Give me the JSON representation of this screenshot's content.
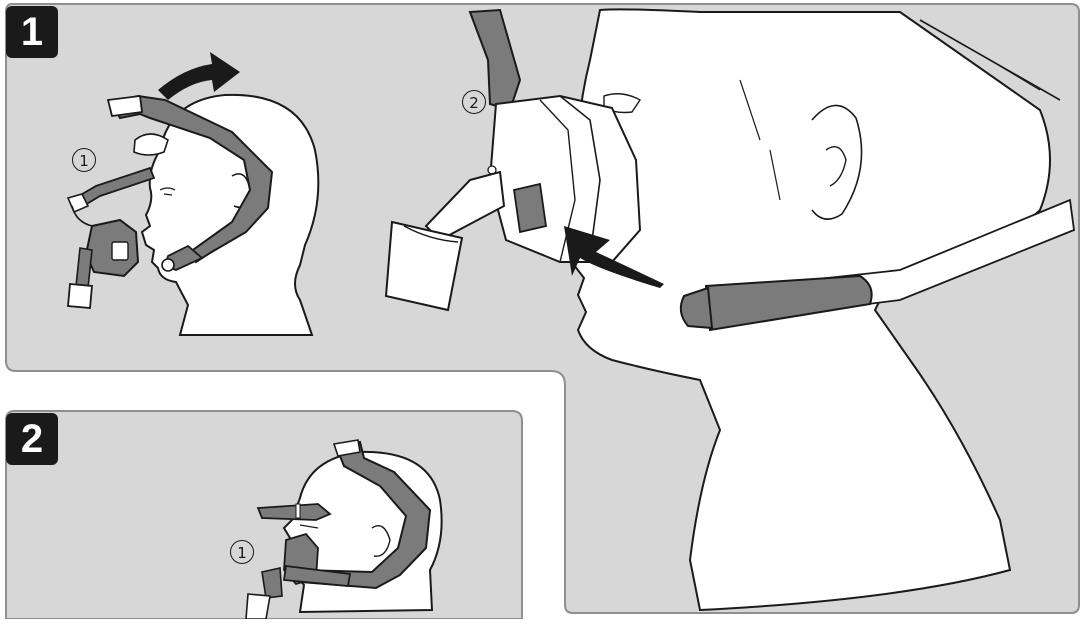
{
  "steps": [
    {
      "label": "1"
    },
    {
      "label": "2"
    }
  ],
  "callouts": {
    "step1_left": "1",
    "step1_right": "2",
    "step2": "1"
  },
  "colors": {
    "panel_bg": "#d7d7d7",
    "panel_border": "#8f8f8f",
    "strap": "#7b7b7b",
    "outline": "#1a1a1a",
    "arrow": "#1a1a1a",
    "skin": "#ffffff"
  },
  "icons": [
    "rotate-arrow-icon",
    "push-arrow-icon"
  ]
}
